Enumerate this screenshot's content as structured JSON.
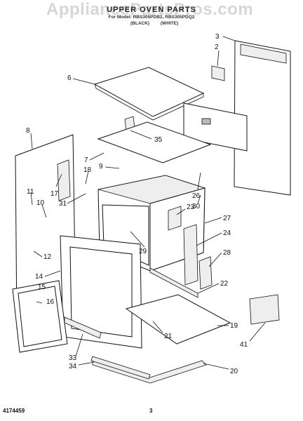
{
  "watermark": "AppliancePartsPros.com",
  "title": "UPPER OVEN PARTS",
  "subtitle": "For Model: RBS305PDB2, RBS305PDQ2",
  "colors": [
    "(BLACK)",
    "(WHITE)"
  ],
  "document_number": "4174459",
  "page_number": "3",
  "callouts": [
    "3",
    "2",
    "6",
    "8",
    "35",
    "7",
    "9",
    "18",
    "11",
    "17",
    "10",
    "31",
    "26",
    "30",
    "23",
    "27",
    "24",
    "29",
    "12",
    "28",
    "14",
    "15",
    "22",
    "16",
    "19",
    "21",
    "41",
    "33",
    "34",
    "20"
  ]
}
